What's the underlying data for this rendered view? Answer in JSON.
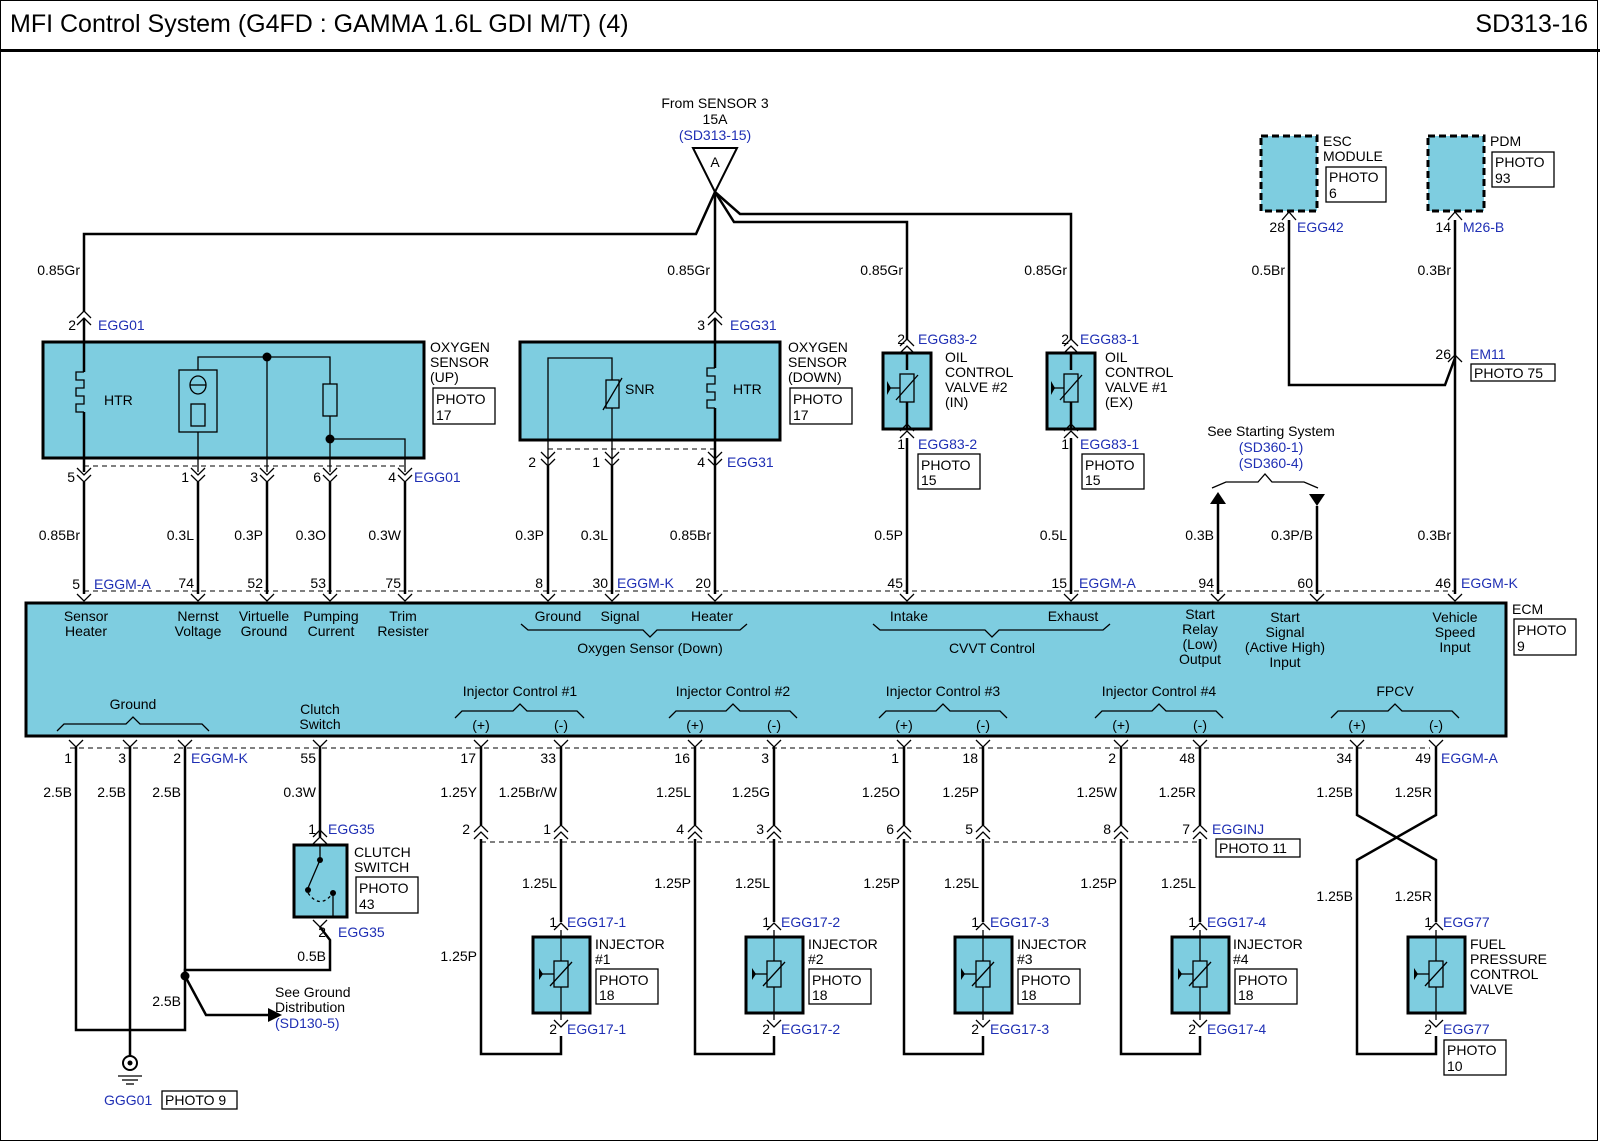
{
  "header": {
    "title": "MFI Control System (G4FD : GAMMA 1.6L GDI M/T) (4)",
    "code": "SD313-16"
  },
  "source": {
    "line1": "From SENSOR 3",
    "line2": "15A",
    "ref": "(SD313-15)",
    "letter": "A"
  },
  "wires": {
    "gr085": "0.85Gr",
    "br085": "0.85Br",
    "l03": "0.3L",
    "p03": "0.3P",
    "o03": "0.3O",
    "w03": "0.3W",
    "p05": "0.5P",
    "l05": "0.5L",
    "b03": "0.3B",
    "pb03": "0.3P/B",
    "br03": "0.3Br",
    "br05": "0.5Br",
    "b25": "2.5B",
    "b05": "0.5B",
    "y125": "1.25Y",
    "brw125": "1.25Br/W",
    "l125": "1.25L",
    "g125": "1.25G",
    "o125": "1.25O",
    "p125": "1.25P",
    "w125": "1.25W",
    "r125": "1.25R",
    "b125": "1.25B"
  },
  "conn": {
    "egg01": "EGG01",
    "egg31": "EGG31",
    "egg83_2": "EGG83-2",
    "egg83_1": "EGG83-1",
    "eggm_a": "EGGM-A",
    "eggm_k": "EGGM-K",
    "egg42": "EGG42",
    "m26b": "M26-B",
    "em11": "EM11",
    "egg35": "EGG35",
    "egginj": "EGGINJ",
    "egg17_1": "EGG17-1",
    "egg17_2": "EGG17-2",
    "egg17_3": "EGG17-3",
    "egg17_4": "EGG17-4",
    "egg77": "EGG77",
    "ggg01": "GGG01"
  },
  "pins": {
    "p1": "1",
    "p2": "2",
    "p3": "3",
    "p4": "4",
    "p5": "5",
    "p6": "6",
    "p7": "7",
    "p8": "8",
    "p14": "14",
    "p15": "15",
    "p16": "16",
    "p17": "17",
    "p18": "18",
    "p20": "20",
    "p26": "26",
    "p28": "28",
    "p30": "30",
    "p33": "33",
    "p34": "34",
    "p45": "45",
    "p46": "46",
    "p48": "48",
    "p49": "49",
    "p52": "52",
    "p53": "53",
    "p55": "55",
    "p60": "60",
    "p74": "74",
    "p75": "75",
    "p94": "94"
  },
  "photo": {
    "word": "PHOTO",
    "n6": "6",
    "n9": "9",
    "n10": "10",
    "n15": "15",
    "n17": "17",
    "n18": "18",
    "n43": "43",
    "n93": "93",
    "photo75": "PHOTO 75",
    "photo11": "PHOTO 11",
    "photo9": "PHOTO 9"
  },
  "components": {
    "o2_up": [
      "OXYGEN",
      "SENSOR",
      "(UP)"
    ],
    "o2_down": [
      "OXYGEN",
      "SENSOR",
      "(DOWN)"
    ],
    "ocv2": [
      "OIL",
      "CONTROL",
      "VALVE #2",
      "(IN)"
    ],
    "ocv1": [
      "OIL",
      "CONTROL",
      "VALVE #1",
      "(EX)"
    ],
    "esc": [
      "ESC",
      "MODULE"
    ],
    "pdm": "PDM",
    "clutch": [
      "CLUTCH",
      "SWITCH"
    ],
    "inj1": [
      "INJECTOR",
      "#1"
    ],
    "inj2": [
      "INJECTOR",
      "#2"
    ],
    "inj3": [
      "INJECTOR",
      "#3"
    ],
    "inj4": [
      "INJECTOR",
      "#4"
    ],
    "fpcv": [
      "FUEL",
      "PRESSURE",
      "CONTROL",
      "VALVE"
    ],
    "ecm": "ECM",
    "htr": "HTR",
    "snr": "SNR"
  },
  "starting": {
    "text": "See Starting System",
    "ref1": "(SD360-1)",
    "ref2": "(SD360-4)"
  },
  "ground_dist": {
    "line1": "See Ground",
    "line2": "Distribution",
    "ref": "(SD130-5)"
  },
  "ecm_labels": {
    "sensor_heater": [
      "Sensor",
      "Heater"
    ],
    "nernst": [
      "Nernst",
      "Voltage"
    ],
    "virtuelle": [
      "Virtuelle",
      "Ground"
    ],
    "pumping": [
      "Pumping",
      "Current"
    ],
    "trim": [
      "Trim",
      "Resister"
    ],
    "ground_s": "Ground",
    "signal": "Signal",
    "heater": "Heater",
    "o2_down_group": "Oxygen Sensor (Down)",
    "intake": "Intake",
    "exhaust": "Exhaust",
    "cvvt": "CVVT Control",
    "start_relay": [
      "Start",
      "Relay",
      "(Low)",
      "Output"
    ],
    "start_signal": [
      "Start",
      "Signal",
      "(Active High)",
      "Input"
    ],
    "vss": [
      "Vehicle",
      "Speed",
      "Input"
    ],
    "ground": "Ground",
    "clutch_sw": [
      "Clutch",
      "Switch"
    ],
    "inj1": "Injector Control #1",
    "inj2": "Injector Control #2",
    "inj3": "Injector Control #3",
    "inj4": "Injector Control #4",
    "fpcv": "FPCV",
    "plus": "(+)",
    "minus": "(-)"
  }
}
